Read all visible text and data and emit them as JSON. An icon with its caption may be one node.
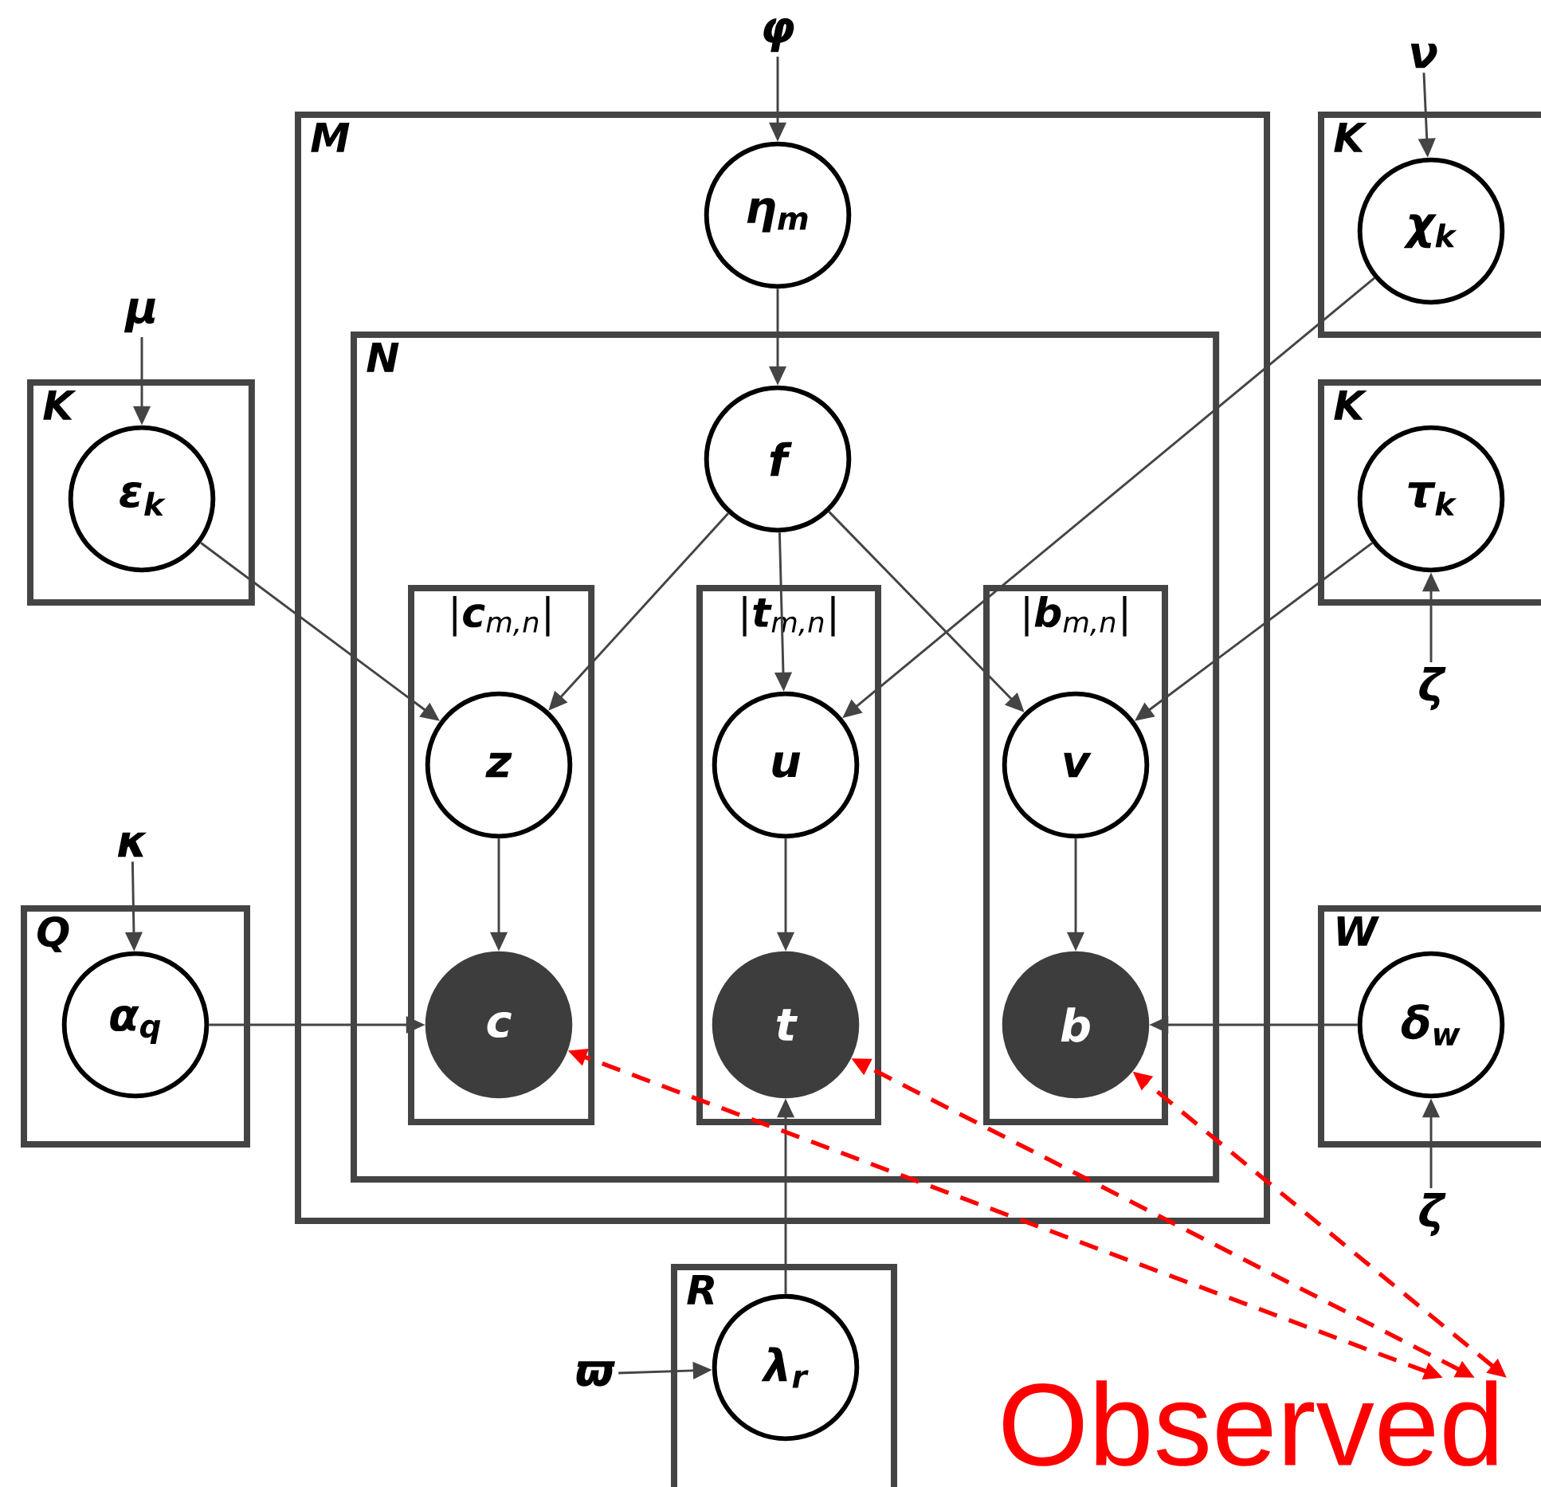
{
  "diagram": {
    "nodes": [
      {
        "text": [
          "M"
        ]
      },
      {
        "text": [
          "η$_{m}$"
        ],
        "in": 0
      },
      {
        "text": [
          "N"
        ],
        "in": 0
      },
      {
        "text": [
          "f"
        ],
        "in": 2
      },
      {
        "text": [
          "|**c**$_{m,n}$|"
        ],
        "in": 2
      },
      {
        "text": [
          "z"
        ],
        "in": 4
      },
      {
        "text": [
          "c"
        ],
        "in": 4
      },
      {
        "text": [
          "|**t**$_{m,n}$|"
        ],
        "in": 2
      },
      {
        "text": [
          "u"
        ],
        "in": 7
      },
      {
        "text": [
          "t"
        ],
        "in": 7
      },
      {
        "text": [
          "|**b**$_{m,n}$|"
        ],
        "in": 2
      },
      {
        "text": [
          "v"
        ],
        "in": 10
      },
      {
        "text": [
          "b"
        ],
        "in": 10
      },
      {
        "text": [
          "K"
        ]
      },
      {
        "text": [
          "ε$_{k}$"
        ],
        "in": 13
      },
      {
        "text": [
          "K"
        ]
      },
      {
        "text": [
          "χ$_{k}$"
        ],
        "in": 15
      },
      {
        "text": [
          "K"
        ]
      },
      {
        "text": [
          "τ$_{k}$"
        ],
        "in": 17
      },
      {
        "text": [
          "Q"
        ]
      },
      {
        "text": [
          "α$_{q}$"
        ],
        "in": 19
      },
      {
        "text": [
          "W"
        ]
      },
      {
        "text": [
          "δ$_{w}$"
        ],
        "in": 21
      },
      {
        "text": [
          "R"
        ]
      },
      {
        "text": [
          "λ$_{r}$"
        ],
        "in": 23
      },
      {
        "text": [
          "φ"
        ]
      },
      {
        "text": [
          "μ"
        ]
      },
      {
        "text": [
          "ν"
        ]
      },
      {
        "text": [
          "ζ"
        ]
      },
      {
        "text": [
          "κ"
        ]
      },
      {
        "text": [
          "ζ"
        ]
      },
      {
        "text": [
          "ϖ"
        ]
      },
      {
        "text": [
          "Observed"
        ]
      }
    ],
    "edges": [
      {
        "from": 25,
        "to": 1,
        "arrow": "to"
      },
      {
        "from": 1,
        "to": 3,
        "arrow": "to"
      },
      {
        "from": 3,
        "to": 5,
        "arrow": "to"
      },
      {
        "from": 3,
        "to": 8,
        "arrow": "to"
      },
      {
        "from": 3,
        "to": 11,
        "arrow": "to"
      },
      {
        "from": 14,
        "to": 5,
        "arrow": "to"
      },
      {
        "from": 16,
        "to": 8,
        "arrow": "to"
      },
      {
        "from": 18,
        "to": 11,
        "arrow": "to"
      },
      {
        "from": 5,
        "to": 6,
        "arrow": "to"
      },
      {
        "from": 8,
        "to": 9,
        "arrow": "to"
      },
      {
        "from": 11,
        "to": 12,
        "arrow": "to"
      },
      {
        "from": 20,
        "to": 6,
        "arrow": "to"
      },
      {
        "from": 22,
        "to": 12,
        "arrow": "to"
      },
      {
        "from": 24,
        "to": 9,
        "arrow": "to"
      },
      {
        "from": 26,
        "to": 14,
        "arrow": "to"
      },
      {
        "from": 27,
        "to": 16,
        "arrow": "to"
      },
      {
        "from": 28,
        "to": 18,
        "arrow": "to"
      },
      {
        "from": 29,
        "to": 20,
        "arrow": "to"
      },
      {
        "from": 30,
        "to": 22,
        "arrow": "to"
      },
      {
        "from": 31,
        "to": 24,
        "arrow": "to"
      },
      {
        "from": 32,
        "to": 6,
        "arrow": "both",
        "style": "dashed",
        "color": "#ff0000"
      },
      {
        "from": 32,
        "to": 9,
        "arrow": "both",
        "style": "dashed",
        "color": "#ff0000"
      },
      {
        "from": 32,
        "to": 12,
        "arrow": "both",
        "style": "dashed",
        "color": "#ff0000"
      }
    ]
  }
}
